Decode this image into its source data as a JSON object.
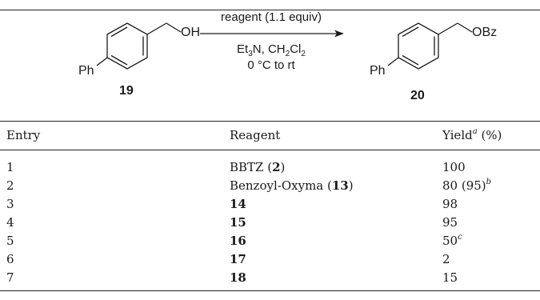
{
  "scheme": {
    "reactant_label": "19",
    "product_label": "20",
    "reactant_oh": "OH",
    "product_obz": "OBz",
    "ph": "Ph",
    "reagent_line": "reagent (1.1 equiv)",
    "cond_et3n": "Et",
    "cond_et3n_sub": "3",
    "cond_n": "N, CH",
    "cond_ch2": "2",
    "cond_cl": "Cl",
    "cond_cl2": "2",
    "temperature": "0 °C to rt"
  },
  "table": {
    "headers": {
      "entry": "Entry",
      "reagent": "Reagent",
      "yield": "Yield",
      "yield_note": "a",
      "yield_unit": " (%)"
    },
    "rows": [
      {
        "entry": "1",
        "reagent_pre": "BBTZ (",
        "reagent_bold": "2",
        "reagent_post": ")",
        "yield": "100",
        "note": ""
      },
      {
        "entry": "2",
        "reagent_pre": "Benzoyl-Oxyma (",
        "reagent_bold": "13",
        "reagent_post": ")",
        "yield": "80 (95)",
        "note": "b"
      },
      {
        "entry": "3",
        "reagent_pre": "",
        "reagent_bold": "14",
        "reagent_post": "",
        "yield": "98",
        "note": ""
      },
      {
        "entry": "4",
        "reagent_pre": "",
        "reagent_bold": "15",
        "reagent_post": "",
        "yield": "95",
        "note": ""
      },
      {
        "entry": "5",
        "reagent_pre": "",
        "reagent_bold": "16",
        "reagent_post": "",
        "yield": "50",
        "note": "c"
      },
      {
        "entry": "6",
        "reagent_pre": "",
        "reagent_bold": "17",
        "reagent_post": "",
        "yield": "2",
        "note": ""
      },
      {
        "entry": "7",
        "reagent_pre": "",
        "reagent_bold": "18",
        "reagent_post": "",
        "yield": "15",
        "note": ""
      }
    ]
  }
}
